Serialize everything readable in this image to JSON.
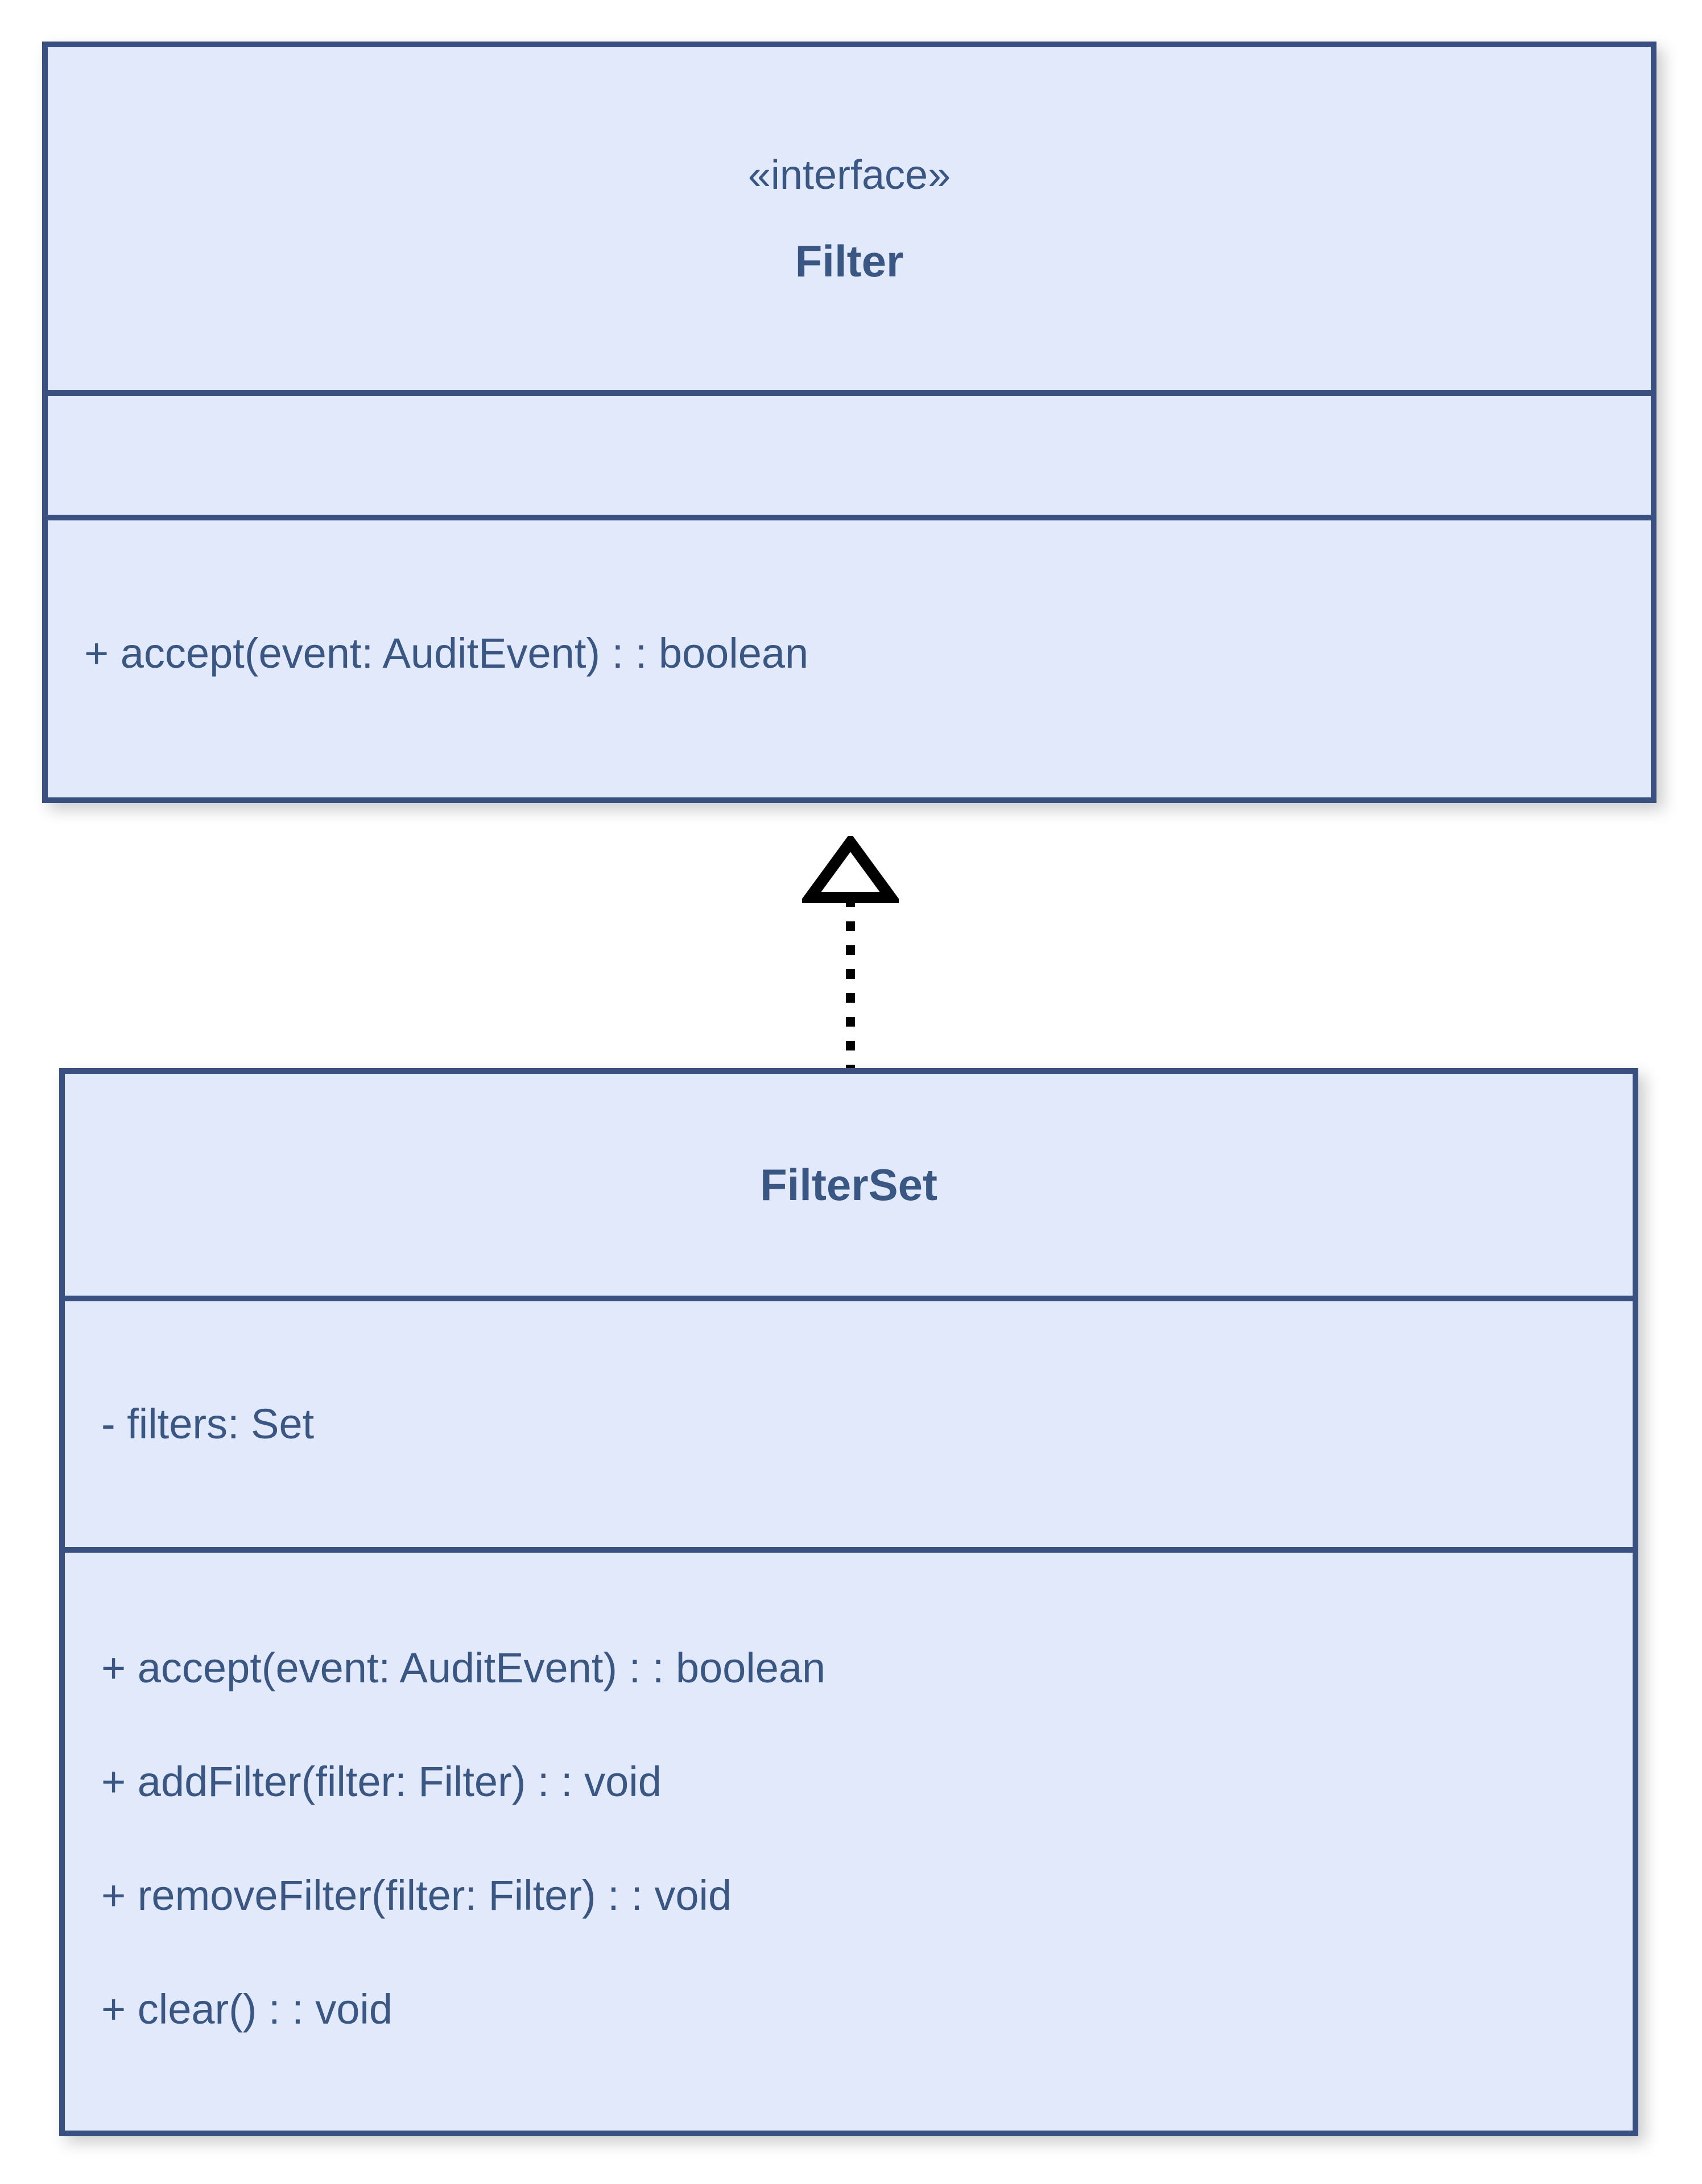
{
  "diagram": {
    "type": "uml-class-diagram",
    "title": "",
    "background_color": "#ffffff",
    "box_fill_color": "#e2e9fa",
    "box_border_color": "#3a5080",
    "text_color": "#3a5682",
    "connector_color": "#000000"
  },
  "classes": [
    {
      "id": "filter",
      "stereotype": "«interface»",
      "name": "Filter",
      "attributes": [],
      "methods": [
        "+ accept(event: AuditEvent) : : boolean"
      ]
    },
    {
      "id": "filterset",
      "stereotype": "",
      "name": "FilterSet",
      "attributes": [
        "- filters: Set"
      ],
      "methods": [
        "+ accept(event: AuditEvent) : : boolean",
        "+ addFilter(filter: Filter) : : void",
        "+ removeFilter(filter: Filter) : : void",
        "+ clear() : : void"
      ]
    }
  ],
  "relationships": [
    {
      "id": "filterset-realizes-filter",
      "kind": "realization",
      "source": "FilterSet",
      "target": "Filter",
      "line_style": "dotted",
      "arrowhead": "hollow-triangle"
    }
  ]
}
